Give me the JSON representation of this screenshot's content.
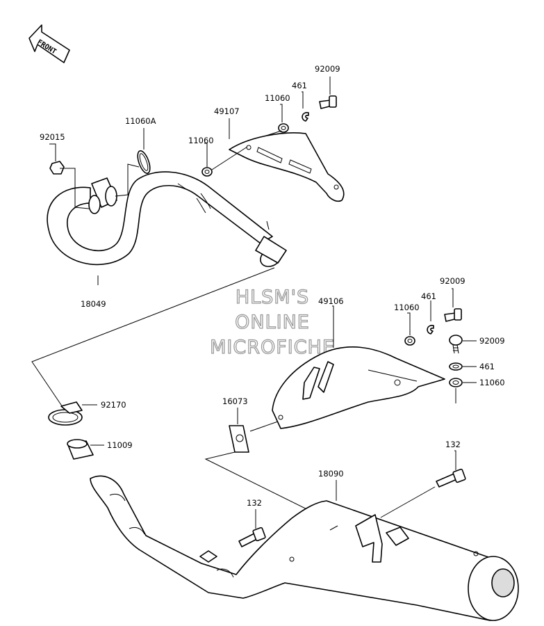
{
  "direction_marker": {
    "text": "FRONT"
  },
  "watermark": {
    "lines": [
      "HLSM'S",
      "ONLINE",
      "MICROFICHE"
    ]
  },
  "part_labels": {
    "p92009_top": "92009",
    "p461_top": "461",
    "p11060_top": "11060",
    "p49107": "49107",
    "p11060_mid": "11060",
    "p11060A": "11060A",
    "p92015": "92015",
    "p18049": "18049",
    "p92009_r1": "92009",
    "p461_r1": "461",
    "p11060_r1": "11060",
    "p49106": "49106",
    "p92009_r2": "92009",
    "p461_r2": "461",
    "p11060_r2": "11060",
    "p92170": "92170",
    "p11009": "11009",
    "p16073": "16073",
    "p132_right": "132",
    "p18090": "18090",
    "p132_left": "132"
  }
}
